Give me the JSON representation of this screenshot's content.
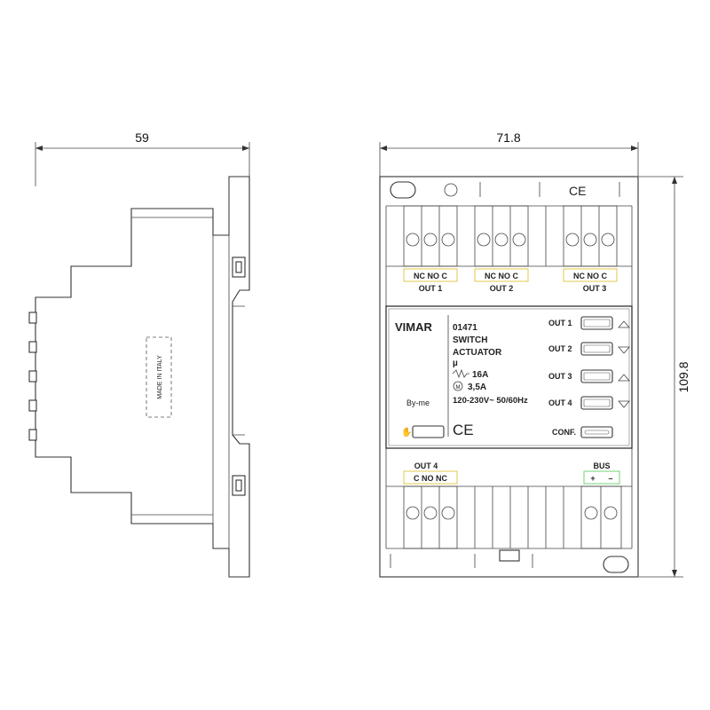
{
  "dimensions": {
    "side_width": "59",
    "front_width": "71.8",
    "front_height": "109.8"
  },
  "side_view": {
    "label": "MADE IN ITALY"
  },
  "front_view": {
    "top_terminals": [
      {
        "group": "NC NO C",
        "out": "OUT 1"
      },
      {
        "group": "NC NO C",
        "out": "OUT 2"
      },
      {
        "group": "NC NO C",
        "out": "OUT 3"
      }
    ],
    "bottom_terminals": {
      "out4_label": "OUT 4",
      "out4_group": "C  NO NC",
      "bus_label": "BUS",
      "bus_plus": "+",
      "bus_minus": "–"
    },
    "panel": {
      "brand": "VIMAR",
      "series": "By-me",
      "code": "01471",
      "line1": "SWITCH",
      "line2": "ACTUATOR",
      "line3": "µ",
      "line4": "16A",
      "line5": "3,5A",
      "line6": "120-230V~  50/60Hz",
      "ce": "CE",
      "buttons": [
        "OUT 1",
        "OUT 2",
        "OUT 3",
        "OUT 4",
        "CONF."
      ]
    },
    "top_ce": "CE"
  }
}
